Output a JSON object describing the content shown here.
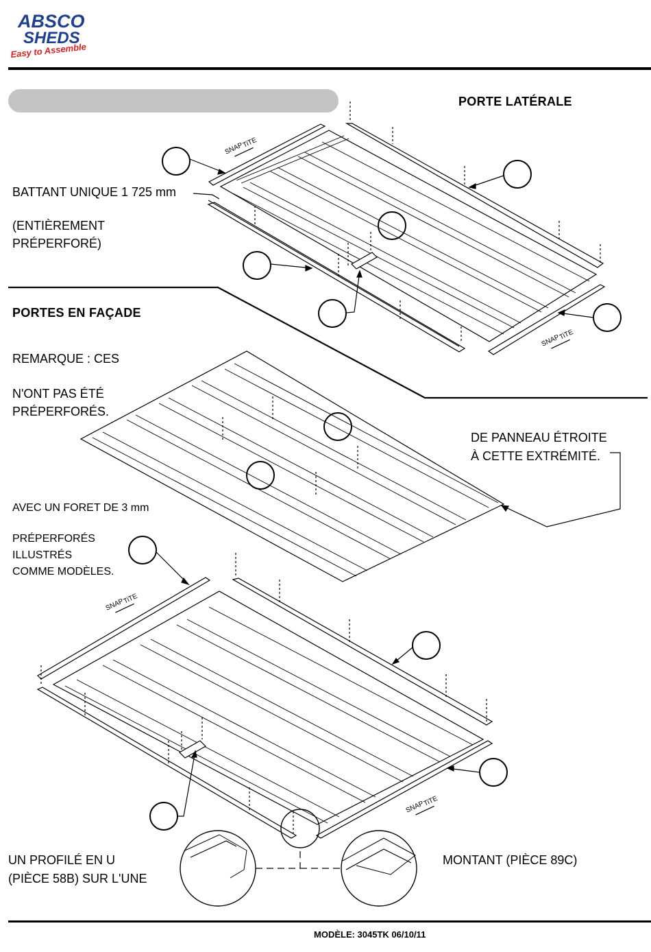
{
  "logo": {
    "line1": "ABSCO",
    "line2": "SHEDS",
    "tagline": "Easy to Assemble",
    "brand_color": "#1f3f8f",
    "accent_color": "#d42020"
  },
  "section_side_door": {
    "title": "PORTE LATÉRALE"
  },
  "section_front_doors": {
    "title": "PORTES EN FAÇADE"
  },
  "labels": {
    "single_panel": "BATTANT UNIQUE 1 725 mm",
    "fully_predrilled_1": "(ENTIÈREMENT",
    "fully_predrilled_2": "PRÉPERFORÉ)",
    "note_1": "REMARQUE : CES",
    "note_2": "N'ONT PAS ÉTÉ",
    "note_3": "PRÉPERFORÉS.",
    "narrow_1": "DE PANNEAU ÉTROITE",
    "narrow_2": "À CETTE EXTRÉMITÉ.",
    "drill": "AVEC UN FORET DE 3 mm",
    "examples_1": "PRÉPERFORÉS",
    "examples_2": "ILLUSTRÉS",
    "examples_3": "COMME MODÈLES.",
    "channel_1": "UN PROFILÉ EN U",
    "channel_2": "(PIÈCE 58B) SUR L'UNE",
    "upright": "MONTANT (PIÈCE 89C)"
  },
  "snap_tite": {
    "snap": "SNAP",
    "tite": "TiTE"
  },
  "footer": {
    "model": "MODÈLE: 3045TK 06/10/11"
  }
}
